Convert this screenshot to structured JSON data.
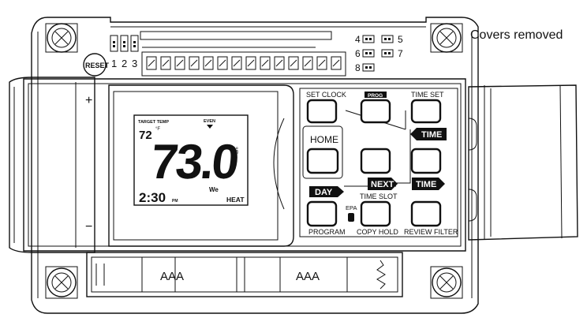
{
  "caption": "Covers removed",
  "reset_label": "RESET",
  "jumper_numbers_left": [
    "1",
    "2",
    "3"
  ],
  "jumper_numbers_right": [
    "4",
    "5",
    "6",
    "7",
    "8"
  ],
  "plus_symbol": "+",
  "minus_symbol": "−",
  "lcd": {
    "target_temp_label": "TARGET TEMP",
    "target_temp_value": "72",
    "target_temp_unit": "°F",
    "program_label": "EVEN",
    "current_temp": "73.0",
    "current_temp_unit": "°F",
    "day_label": "We",
    "clock": "2:30",
    "clock_suffix": "PM",
    "mode": "HEAT"
  },
  "buttons": {
    "set_clock": "SET CLOCK",
    "prog": "PROG",
    "time_set": "TIME SET",
    "home": "HOME",
    "time_slot": "TIME SLOT",
    "epa": "EPA",
    "program": "PROGRAM",
    "copy_hold": "COPY HOLD",
    "review_filter": "REVIEW FILTER"
  },
  "tags": {
    "time_upper": "TIME",
    "time_lower": "TIME",
    "next": "NEXT",
    "day": "DAY"
  },
  "batteries": [
    "AAA",
    "AAA"
  ]
}
